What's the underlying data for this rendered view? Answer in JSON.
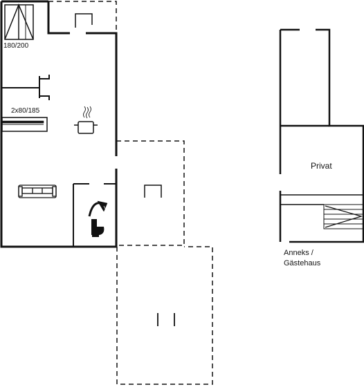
{
  "labels": {
    "bed_main": "180/200",
    "bed_bunk": "2x80/185",
    "annex_room": "Privat",
    "annex_caption_line1": "Anneks /",
    "annex_caption_line2": "Gästehaus"
  },
  "icons": [
    "bed-icon",
    "bunk-bed-icon",
    "cooking-pot-icon",
    "sofa-icon",
    "shower-icon",
    "toilet-icon",
    "table-icon",
    "bench-icon",
    "staircase-icon"
  ],
  "colors": {
    "wall": "#111111",
    "background": "#ffffff"
  }
}
